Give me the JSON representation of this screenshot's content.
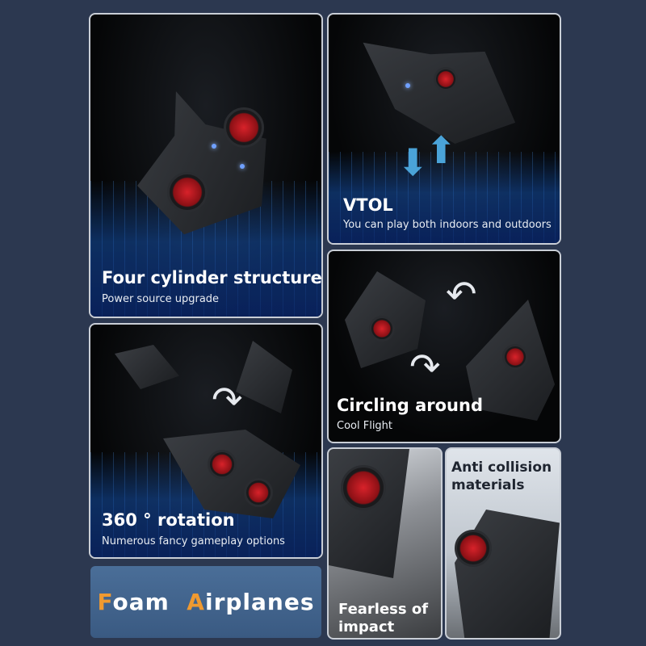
{
  "panels": {
    "four_cylinder": {
      "title": "Four cylinder structure",
      "subtitle": "Power source upgrade"
    },
    "vtol": {
      "title": "VTOL",
      "subtitle": "You can play both indoors and outdoors"
    },
    "circling": {
      "title": "Circling around",
      "subtitle": "Cool Flight"
    },
    "rotation": {
      "title": "360 ° rotation",
      "subtitle": "Numerous fancy gameplay options"
    },
    "banner": {
      "first_initial": "F",
      "first_rest": "oam",
      "second_initial": "A",
      "second_rest": "irplanes"
    },
    "impact": {
      "title_line1": "Fearless of",
      "title_line2": "impact"
    },
    "collision": {
      "title_line1": "Anti collision",
      "title_line2": "materials"
    }
  },
  "colors": {
    "background": "#2c3850",
    "accent": "#f09a30",
    "banner": "#3f6089",
    "rotor": "#d8222a"
  }
}
